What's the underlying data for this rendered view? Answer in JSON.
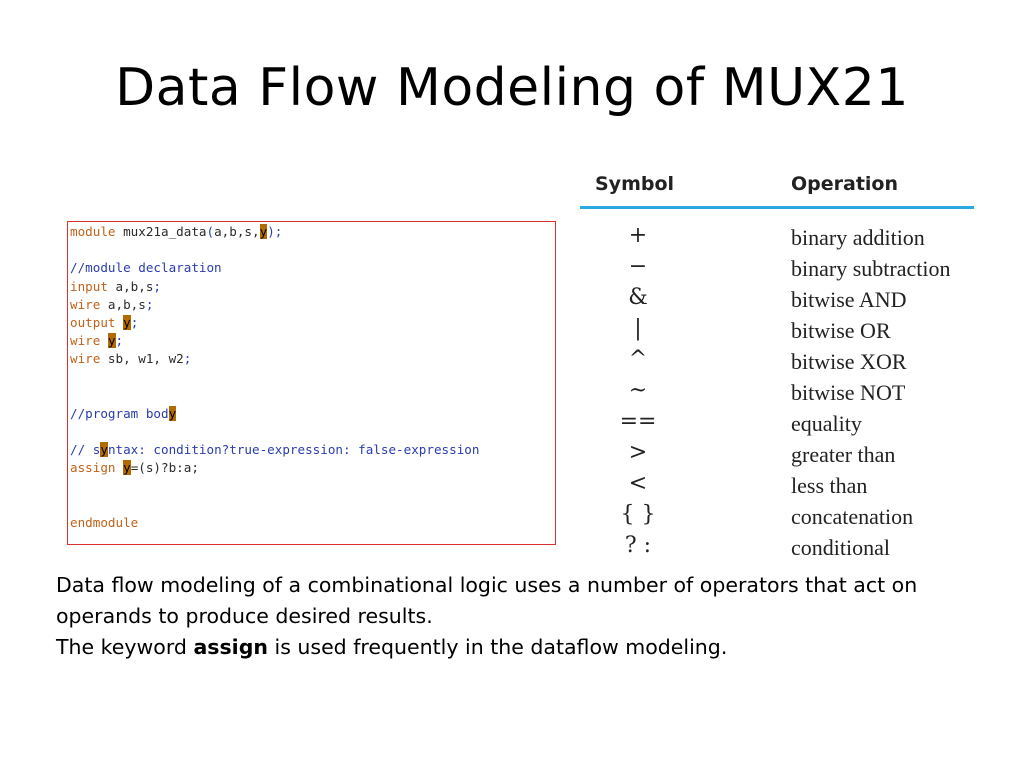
{
  "title": "Data Flow Modeling of MUX21",
  "code": {
    "line1_kw": "module",
    "line1_name": " mux21a_data",
    "line1_open": "(",
    "line1_args": "a,b,s,",
    "line1_y": "y",
    "line1_close": ");",
    "line3": "//module declaration",
    "line4_kw": "input",
    "line4_rest": " a,b,s",
    "line4_semi": ";",
    "line5_kw": "wire",
    "line5_rest": " a,b,s",
    "line5_semi": ";",
    "line6_kw": "output",
    "line6_y": "y",
    "line6_semi": ";",
    "line7_kw": "wire",
    "line7_y": "y",
    "line7_semi": ";",
    "line8_kw": "wire",
    "line8_rest": " sb, w1, w2",
    "line8_semi": ";",
    "line11_a": "//program bod",
    "line11_y": "y",
    "line13_a": "// s",
    "line13_y": "y",
    "line13_b": "ntax: condition?true-expression: false-expression",
    "line14_kw": "assign",
    "line14_y": "y",
    "line14_rest": "=(s)?b:a;",
    "line17": "endmodule"
  },
  "operators": {
    "header_symbol": "Symbol",
    "header_operation": "Operation",
    "rows": [
      {
        "symbol": "+",
        "operation": "binary addition"
      },
      {
        "symbol": "−",
        "operation": "binary subtraction"
      },
      {
        "symbol": "&",
        "operation": "bitwise AND"
      },
      {
        "symbol": "|",
        "operation": "bitwise OR"
      },
      {
        "symbol": "^",
        "operation": "bitwise XOR"
      },
      {
        "symbol": "~",
        "operation": "bitwise NOT"
      },
      {
        "symbol": "==",
        "operation": "equality"
      },
      {
        "symbol": ">",
        "operation": "greater than"
      },
      {
        "symbol": "<",
        "operation": "less than"
      },
      {
        "symbol": "{ }",
        "operation": "concatenation"
      },
      {
        "symbol": "? :",
        "operation": "conditional"
      }
    ]
  },
  "body": {
    "line1": "Data flow modeling of a combinational logic uses a number of operators that act on operands to produce desired results.",
    "line2_pre": "The keyword ",
    "line2_bold": "assign",
    "line2_post": " is used frequently in the dataflow modeling."
  },
  "colors": {
    "code_border": "#d93030",
    "keyword": "#c0621a",
    "comment": "#2a3cb0",
    "highlight": "#b26b00",
    "table_rule": "#2aa8e0"
  }
}
